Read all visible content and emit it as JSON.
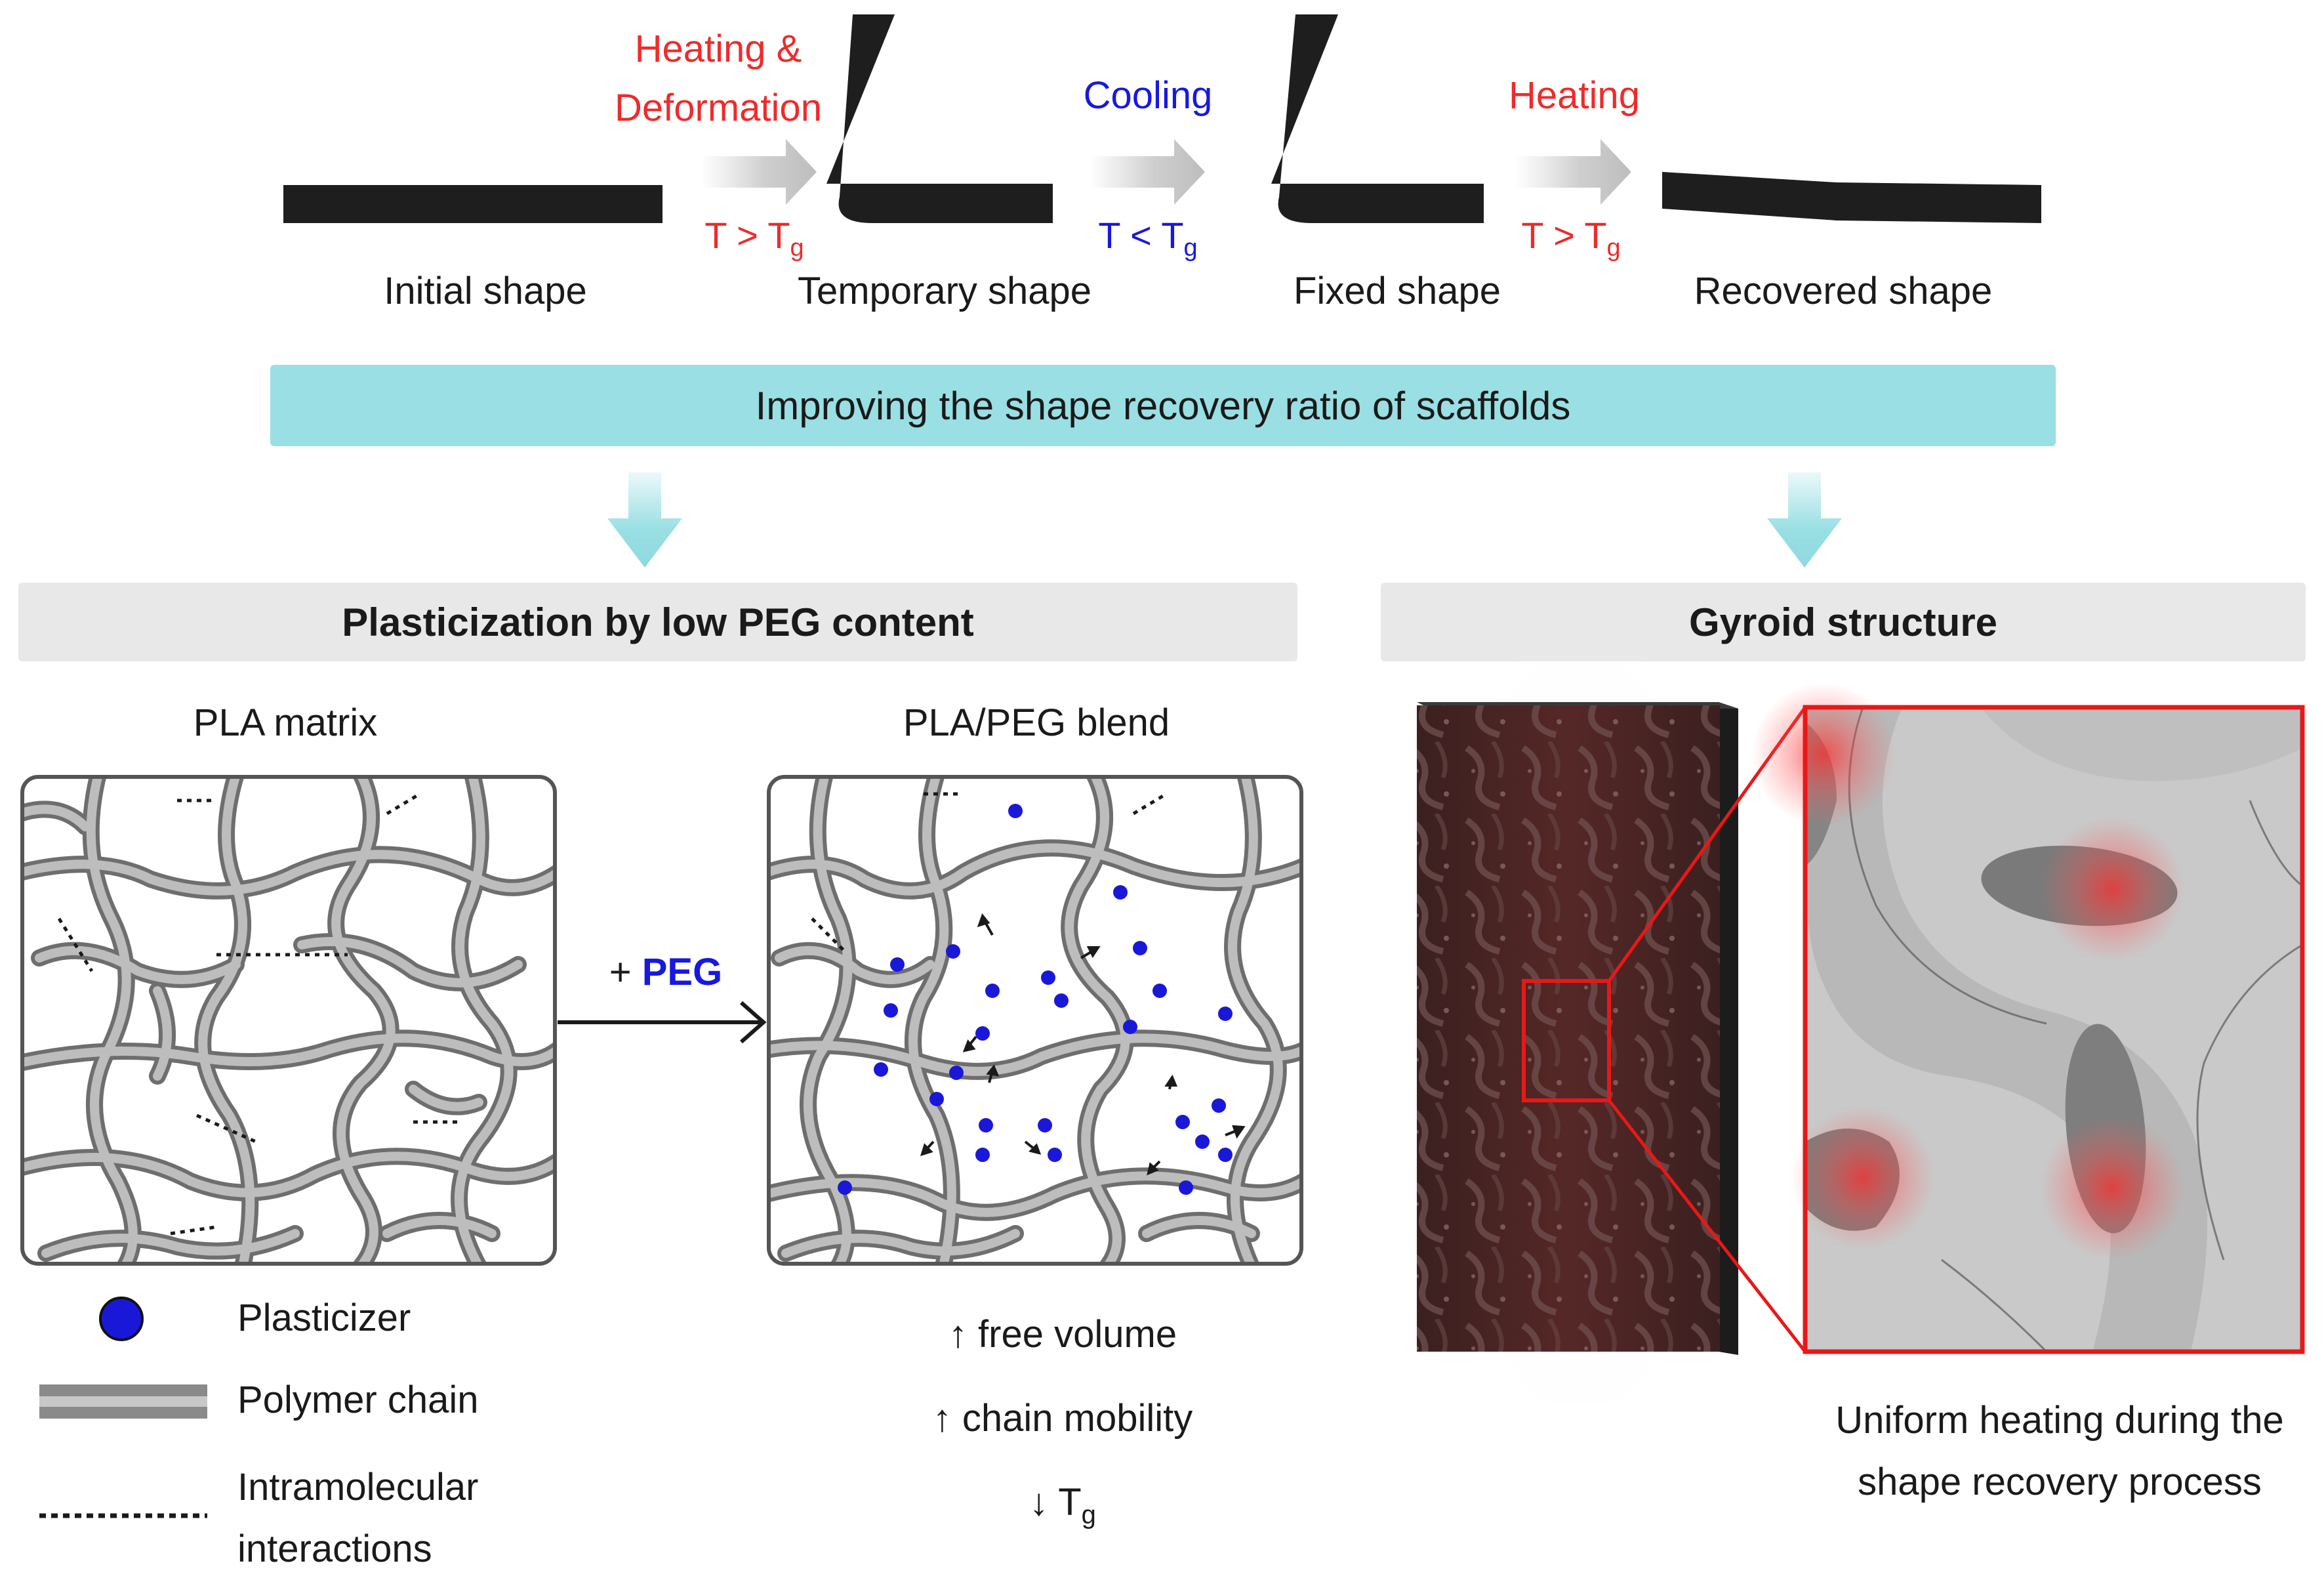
{
  "top_process": {
    "steps": [
      {
        "label": "Heating &\nDeformation",
        "condition": "T > T",
        "condition_sub": "g"
      },
      {
        "label": "Cooling",
        "condition": "T < T",
        "condition_sub": "g"
      },
      {
        "label": "Heating",
        "condition": "T > T",
        "condition_sub": "g"
      }
    ],
    "shapes": [
      "Initial shape",
      "Temporary shape",
      "Fixed shape",
      "Recovered shape"
    ]
  },
  "banner": "Improving the shape recovery ratio of scaffolds",
  "left_section": {
    "title": "Plasticization by low PEG content",
    "panel_left_title": "PLA matrix",
    "panel_right_title": "PLA/PEG blend",
    "arrow_label_prefix": "+ ",
    "arrow_label_highlight": "PEG",
    "legend": [
      {
        "icon": "plasticizer-dot-icon",
        "label": "Plasticizer"
      },
      {
        "icon": "polymer-chain-icon",
        "label": "Polymer chain"
      },
      {
        "icon": "dotted-line-icon",
        "label": "Intramolecular\ninteractions"
      }
    ],
    "effects": [
      {
        "arrow": "↑",
        "text": "free volume"
      },
      {
        "arrow": "↑",
        "text": "chain mobility"
      },
      {
        "arrow": "↓",
        "text": "T",
        "sub": "g"
      }
    ]
  },
  "right_section": {
    "title": "Gyroid structure",
    "caption": "Uniform heating during the\nshape recovery process"
  },
  "colors": {
    "heating": "#ee2b2b",
    "cooling": "#1818e0",
    "banner": "#99dfe3",
    "section_bar": "#e8e8e8",
    "plasticizer": "#1a18d8",
    "chain": "#8a8a8a",
    "zoom_frame": "#e81818"
  }
}
